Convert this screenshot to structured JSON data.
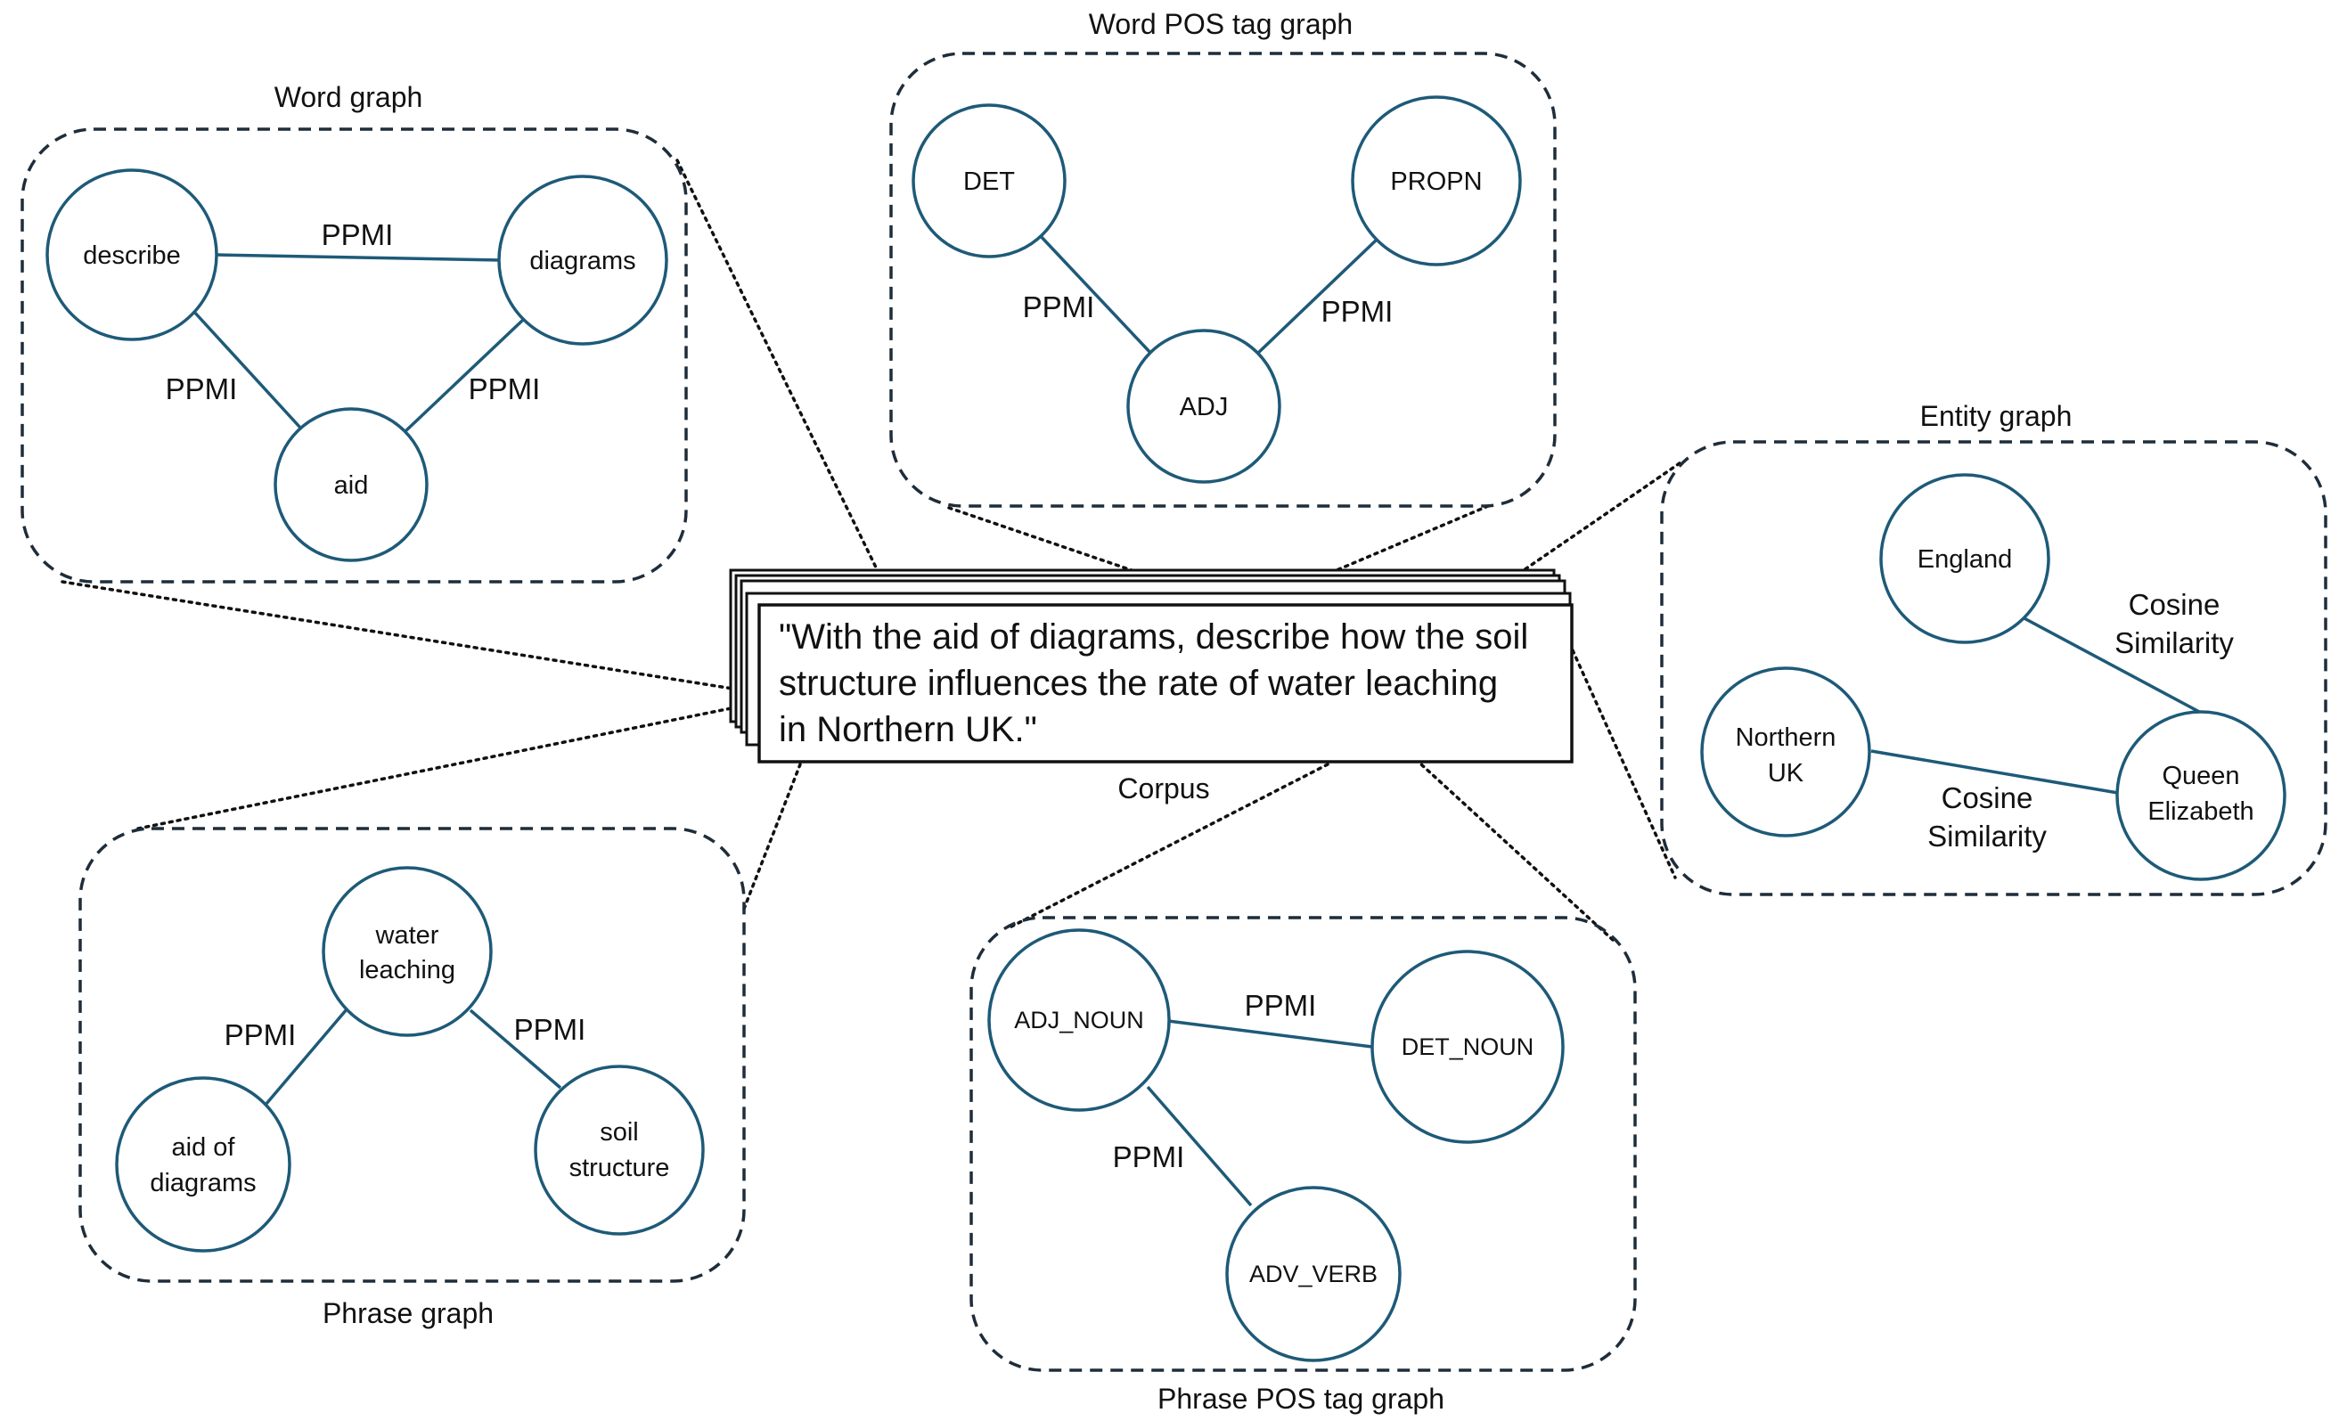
{
  "corpus": {
    "lines": [
      "\"With the aid of diagrams, describe how the soil",
      "structure influences the rate of water leaching",
      "in Northern UK.\""
    ],
    "label": "Corpus"
  },
  "word_graph": {
    "title": "Word graph",
    "nodes": [
      "describe",
      "diagrams",
      "aid"
    ],
    "edges": [
      "PPMI",
      "PPMI",
      "PPMI"
    ]
  },
  "word_pos_graph": {
    "title": "Word POS tag graph",
    "nodes": [
      "DET",
      "PROPN",
      "ADJ"
    ],
    "edges": [
      "PPMI",
      "PPMI"
    ]
  },
  "entity_graph": {
    "title": "Entity graph",
    "nodes": [
      [
        "England"
      ],
      [
        "Northern",
        "UK"
      ],
      [
        "Queen",
        "Elizabeth"
      ]
    ],
    "edges": [
      [
        "Cosine",
        "Similarity"
      ],
      [
        "Cosine",
        "Similarity"
      ]
    ]
  },
  "phrase_graph": {
    "title": "Phrase graph",
    "nodes": [
      [
        "water",
        "leaching"
      ],
      [
        "aid of",
        "diagrams"
      ],
      [
        "soil",
        "structure"
      ]
    ],
    "edges": [
      "PPMI",
      "PPMI"
    ]
  },
  "phrase_pos_graph": {
    "title": "Phrase POS tag graph",
    "nodes": [
      "ADJ_NOUN",
      "DET_NOUN",
      "ADV_VERB"
    ],
    "edges": [
      "PPMI",
      "PPMI"
    ]
  }
}
